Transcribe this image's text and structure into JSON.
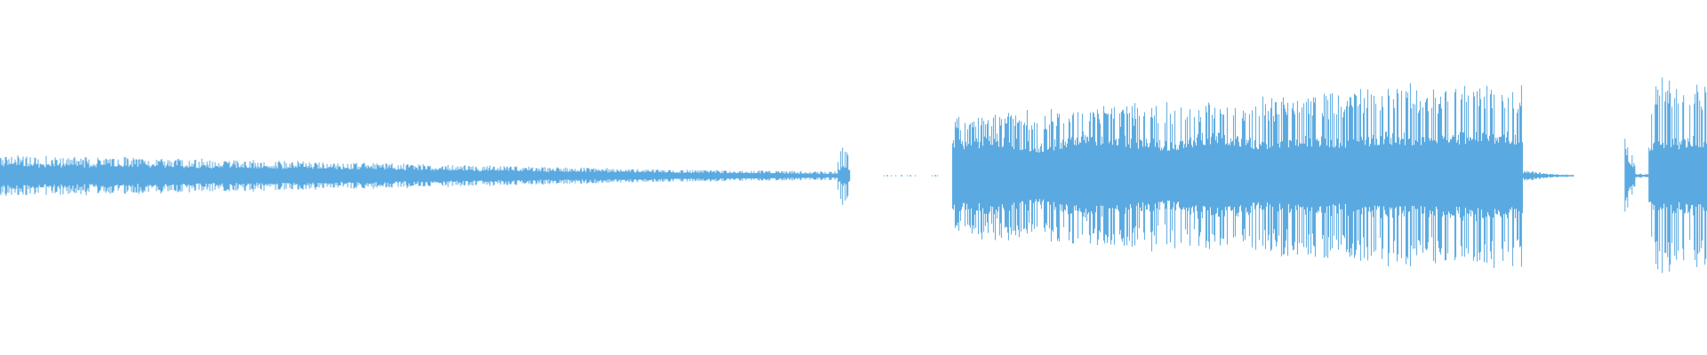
{
  "waveform": {
    "color": "#5aaae1",
    "background": "#ffffff",
    "segments": [
      {
        "name": "segment-fading-tone",
        "kind": "envelope",
        "start": 0.0,
        "end": 0.497,
        "peaks": [
          0.19,
          0.18,
          0.16,
          0.14,
          0.12,
          0.1,
          0.08,
          0.06,
          0.05,
          0.04
        ],
        "body": [
          0.12,
          0.11,
          0.1,
          0.09,
          0.08,
          0.06,
          0.05,
          0.04,
          0.03,
          0.02
        ],
        "density": 0.7
      },
      {
        "name": "segment-click",
        "kind": "spike",
        "start": 0.491,
        "end": 0.498,
        "peaks": [
          0.2,
          0.35,
          0.2
        ],
        "body": [
          0.05,
          0.1,
          0.05
        ],
        "density": 1.0
      },
      {
        "name": "segment-silence-dots",
        "kind": "dots",
        "start": 0.518,
        "end": 0.55,
        "peaks": [
          0.006
        ],
        "body": [
          0.006
        ],
        "density": 0.35
      },
      {
        "name": "segment-loud-burst",
        "kind": "envelope",
        "start": 0.558,
        "end": 0.892,
        "peaks": [
          0.55,
          0.6,
          0.62,
          0.66,
          0.68,
          0.72,
          0.7,
          0.74,
          0.8,
          0.84,
          0.86,
          0.88,
          0.9,
          0.92
        ],
        "body": [
          0.3,
          0.36,
          0.28,
          0.38,
          0.34,
          0.3,
          0.4,
          0.32,
          0.36,
          0.34,
          0.38,
          0.36,
          0.4,
          0.38
        ],
        "density": 1.0
      },
      {
        "name": "segment-decay-tail",
        "kind": "tail",
        "start": 0.892,
        "end": 0.922,
        "peaks": [
          0.06,
          0.02,
          0.01
        ],
        "body": [
          0.04,
          0.015,
          0.008
        ],
        "density": 1.0
      },
      {
        "name": "segment-short-hit",
        "kind": "envelope",
        "start": 0.952,
        "end": 0.958,
        "peaks": [
          0.45,
          0.25,
          0.12
        ],
        "body": [
          0.25,
          0.12,
          0.06
        ],
        "density": 1.0
      },
      {
        "name": "segment-gap-tick",
        "kind": "tail",
        "start": 0.958,
        "end": 0.966,
        "peaks": [
          0.02
        ],
        "body": [
          0.01
        ],
        "density": 1.0
      },
      {
        "name": "segment-final-burst",
        "kind": "envelope",
        "start": 0.966,
        "end": 1.0,
        "peaks": [
          0.8,
          0.95,
          0.9,
          1.0,
          0.96
        ],
        "body": [
          0.3,
          0.34,
          0.32,
          0.36,
          0.34
        ],
        "density": 1.0
      }
    ]
  }
}
